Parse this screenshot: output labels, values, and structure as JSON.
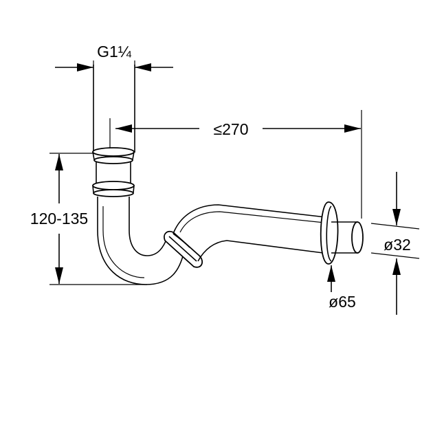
{
  "labels": {
    "thread": "G1¼",
    "length": "≤270",
    "height": "120-135",
    "pipe_diameter": "ø32",
    "flange_diameter": "ø65"
  },
  "colors": {
    "line": "#000000",
    "background": "#ffffff"
  }
}
